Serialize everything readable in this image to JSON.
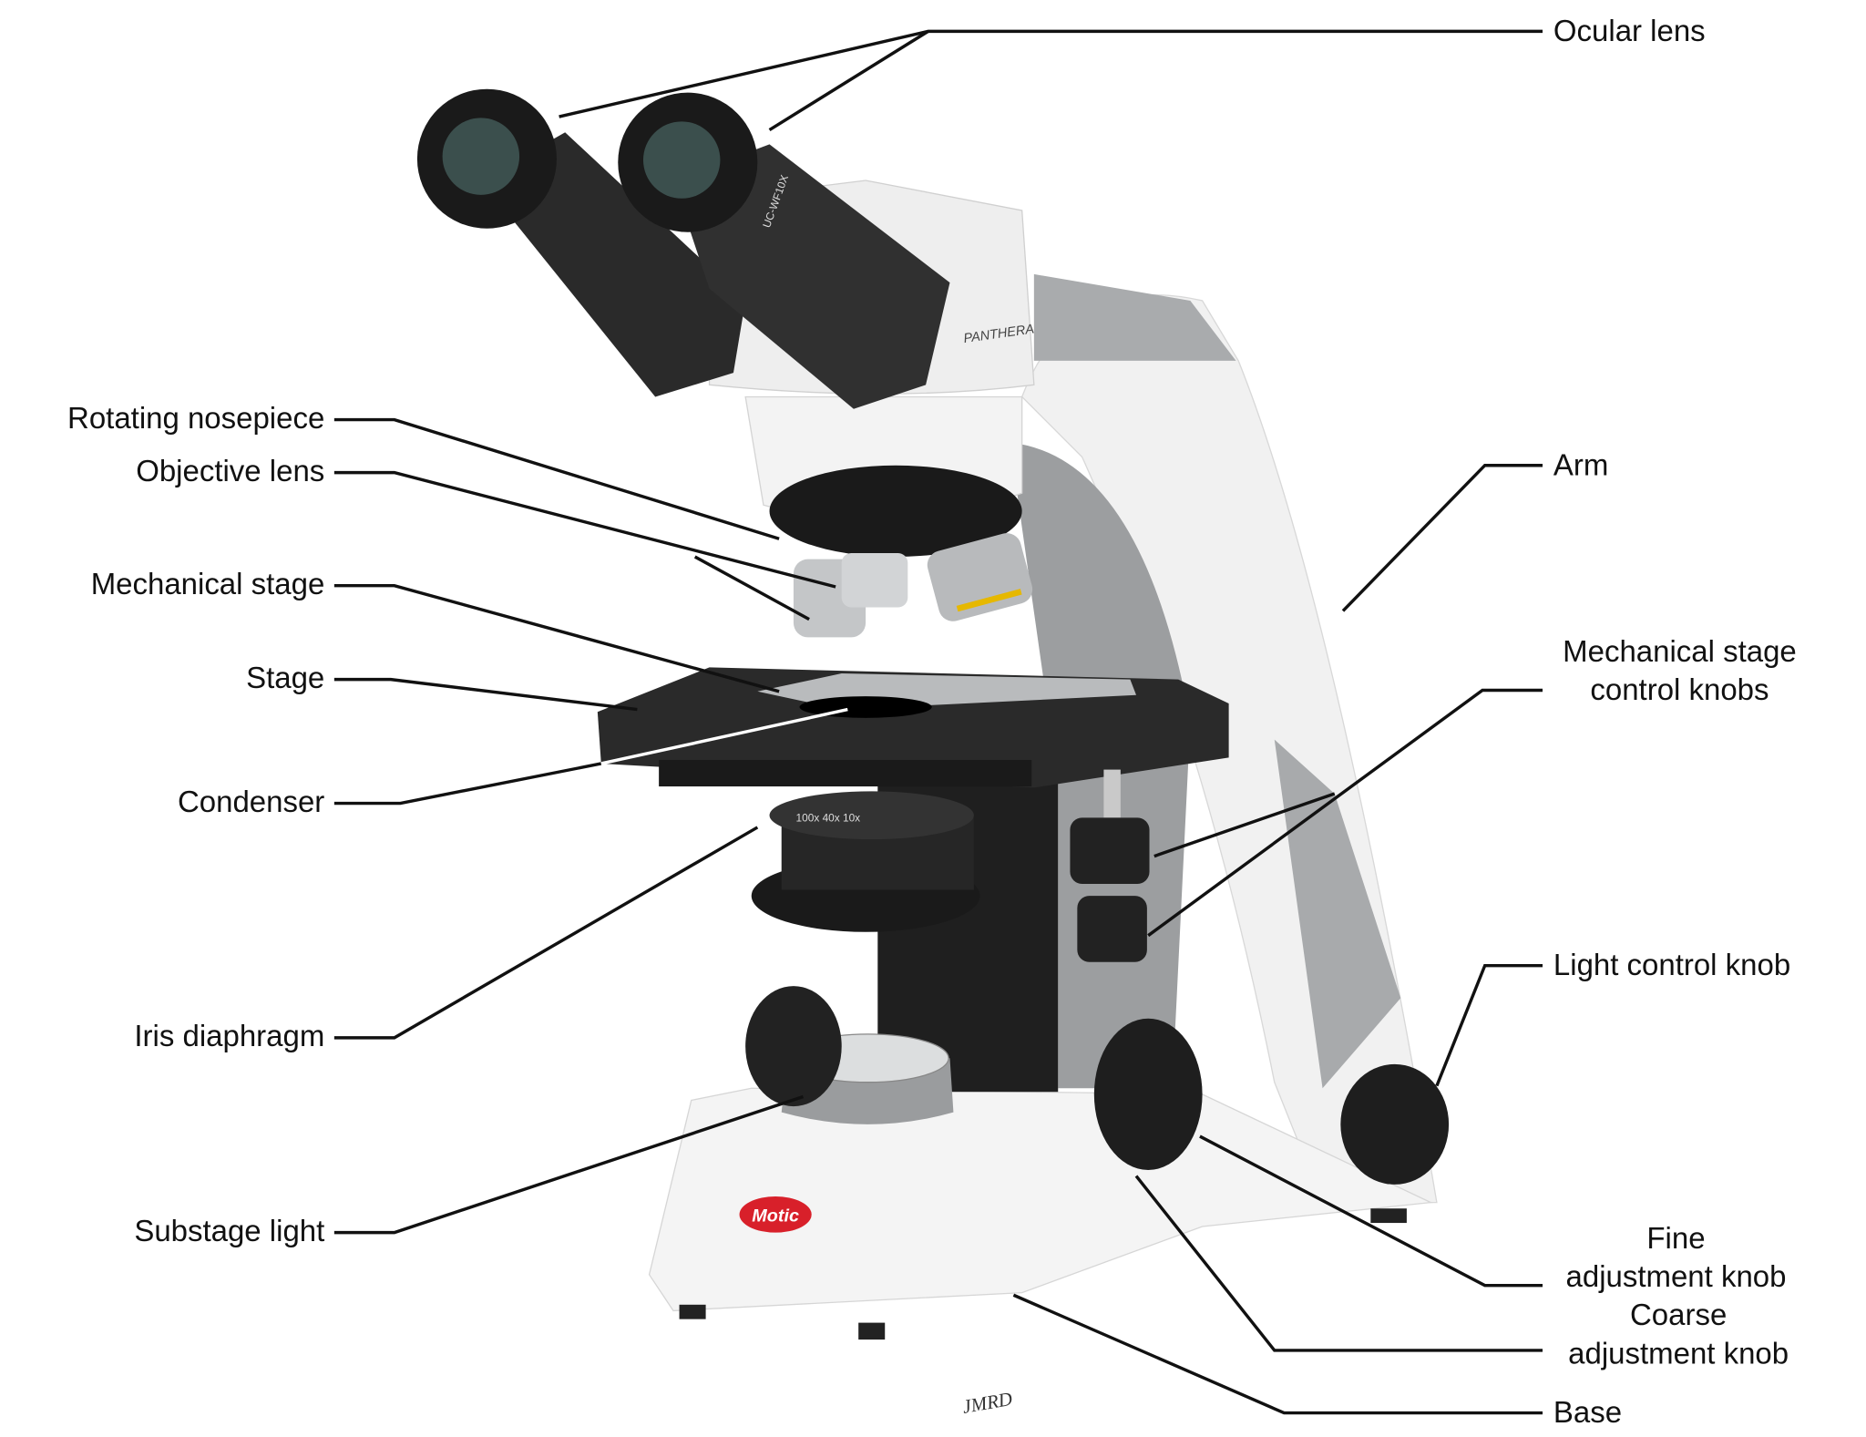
{
  "title": "Compound microscope parts",
  "labels": {
    "ocular_lens": "Ocular lens",
    "rotating_nosepiece": "Rotating nosepiece",
    "objective_lens": "Objective lens",
    "mechanical_stage": "Mechanical stage",
    "stage": "Stage",
    "condenser": "Condenser",
    "iris_diaphragm": "Iris diaphragm",
    "substage_light": "Substage light",
    "arm": "Arm",
    "mech_stage_knobs_1": "Mechanical stage",
    "mech_stage_knobs_2": "control knobs",
    "light_control_knob": "Light control knob",
    "fine_1": "Fine",
    "fine_2": "adjustment knob",
    "coarse_1": "Coarse",
    "coarse_2": "adjustment knob",
    "base": "Base"
  },
  "product_marks": {
    "brand_logo": "Motic",
    "model": "PANTHERA",
    "eyepiece": "UC-WF10X",
    "condenser_scale": "100x 40x 10x"
  },
  "signature": "JMRD",
  "colors": {
    "body_white": "#f2f2f2",
    "body_gray": "#9c9ea0",
    "black": "#1c1c1c",
    "logo_red": "#d8202a"
  }
}
